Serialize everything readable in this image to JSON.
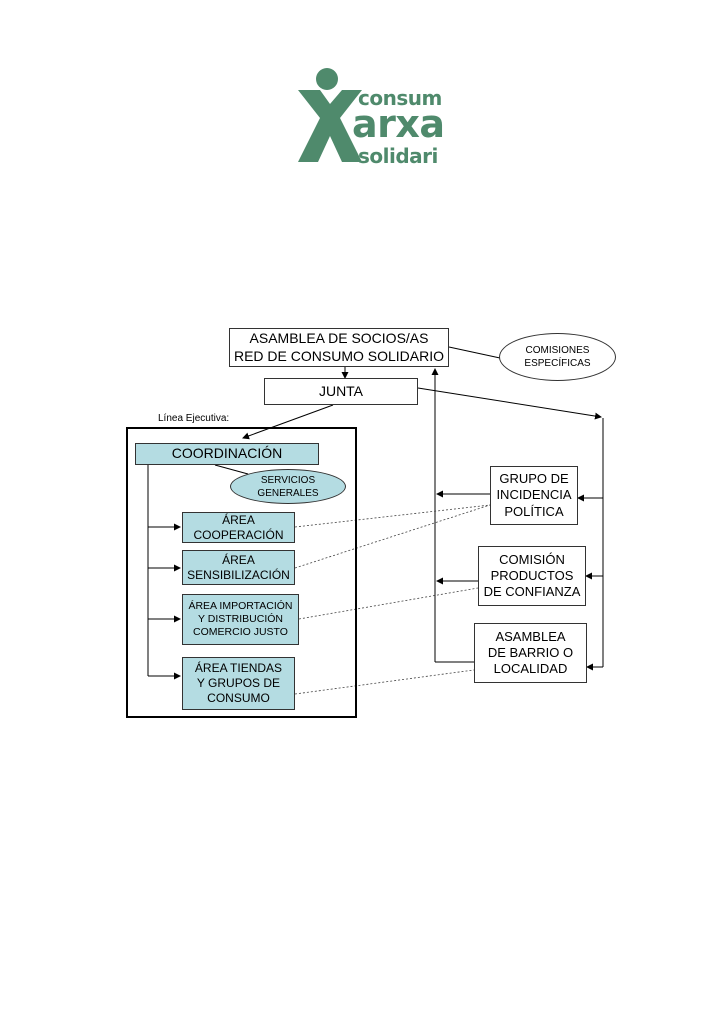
{
  "logo": {
    "line1": "consum",
    "line2": "arxa",
    "line3": "solidari",
    "color": "#4f8a6c"
  },
  "diagram": {
    "asamblea_socios": "ASAMBLEA DE SOCIOS/AS\nRED DE CONSUMO SOLIDARIO",
    "comisiones": "COMISIONES\nESPECÍFICAS",
    "junta": "JUNTA",
    "linea_ejecutiva": "Línea Ejecutiva:",
    "coordinacion": "COORDINACIÓN",
    "servicios": "SERVICIOS\nGENERALES",
    "area_cooperacion": "ÁREA\nCOOPERACIÓN",
    "area_sensibilizacion": "ÁREA\nSENSIBILIZACIÓN",
    "area_importacion": "ÁREA IMPORTACIÓN\nY DISTRIBUCIÓN\nCOMERCIO JUSTO",
    "area_tiendas": "ÁREA TIENDAS\nY GRUPOS DE\nCONSUMO",
    "grupo_incidencia": "GRUPO DE\nINCIDENCIA\nPOLÍTICA",
    "comision_productos": "COMISIÓN\nPRODUCTOS\nDE CONFIANZA",
    "asamblea_barrio": "ASAMBLEA\nDE BARRIO O\nLOCALIDAD",
    "teal_color": "#b4dce2"
  }
}
